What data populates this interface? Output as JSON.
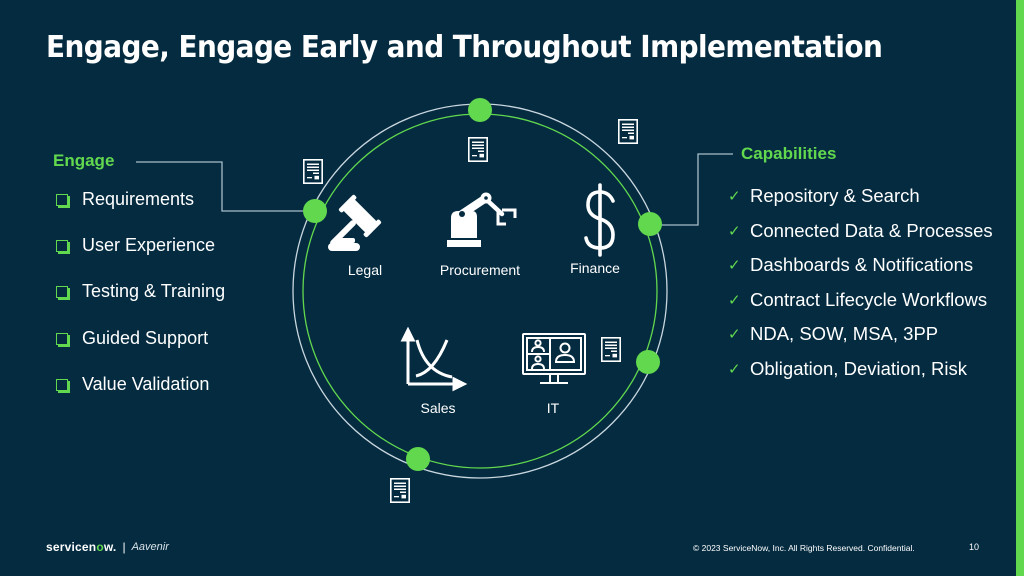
{
  "slide": {
    "title": "Engage, Engage Early and Throughout Implementation",
    "colors": {
      "background": "#042b40",
      "accent": "#62d84e",
      "ring_outer": "#c9d6de",
      "text": "#ffffff"
    }
  },
  "engage": {
    "heading": "Engage",
    "icon": "checkbox-icon",
    "items": [
      {
        "label": "Requirements"
      },
      {
        "label": "User Experience"
      },
      {
        "label": "Testing & Training"
      },
      {
        "label": "Guided Support"
      },
      {
        "label": "Value Validation"
      }
    ]
  },
  "capabilities": {
    "heading": "Capabilities",
    "icon": "checkmark-icon",
    "check_glyph": "✓",
    "items": [
      {
        "label": "Repository & Search"
      },
      {
        "label": "Connected Data & Processes"
      },
      {
        "label": "Dashboards & Notifications"
      },
      {
        "label": "Contract Lifecycle Workflows"
      },
      {
        "label": "NDA, SOW, MSA, 3PP"
      },
      {
        "label": "Obligation, Deviation, Risk"
      }
    ]
  },
  "departments": [
    {
      "label": "Legal",
      "icon": "gavel-icon"
    },
    {
      "label": "Procurement",
      "icon": "robot-arm-icon"
    },
    {
      "label": "Finance",
      "icon": "dollar-icon"
    },
    {
      "label": "Sales",
      "icon": "chart-icon"
    },
    {
      "label": "IT",
      "icon": "video-conference-monitor-icon"
    }
  ],
  "footer": {
    "brand_pre": "servicen",
    "brand_o": "o",
    "brand_post": "w.",
    "separator": "|",
    "partner": "Aavenir",
    "copyright": "© 2023 ServiceNow, Inc. All Rights Reserved. Confidential.",
    "page_number": "10"
  }
}
